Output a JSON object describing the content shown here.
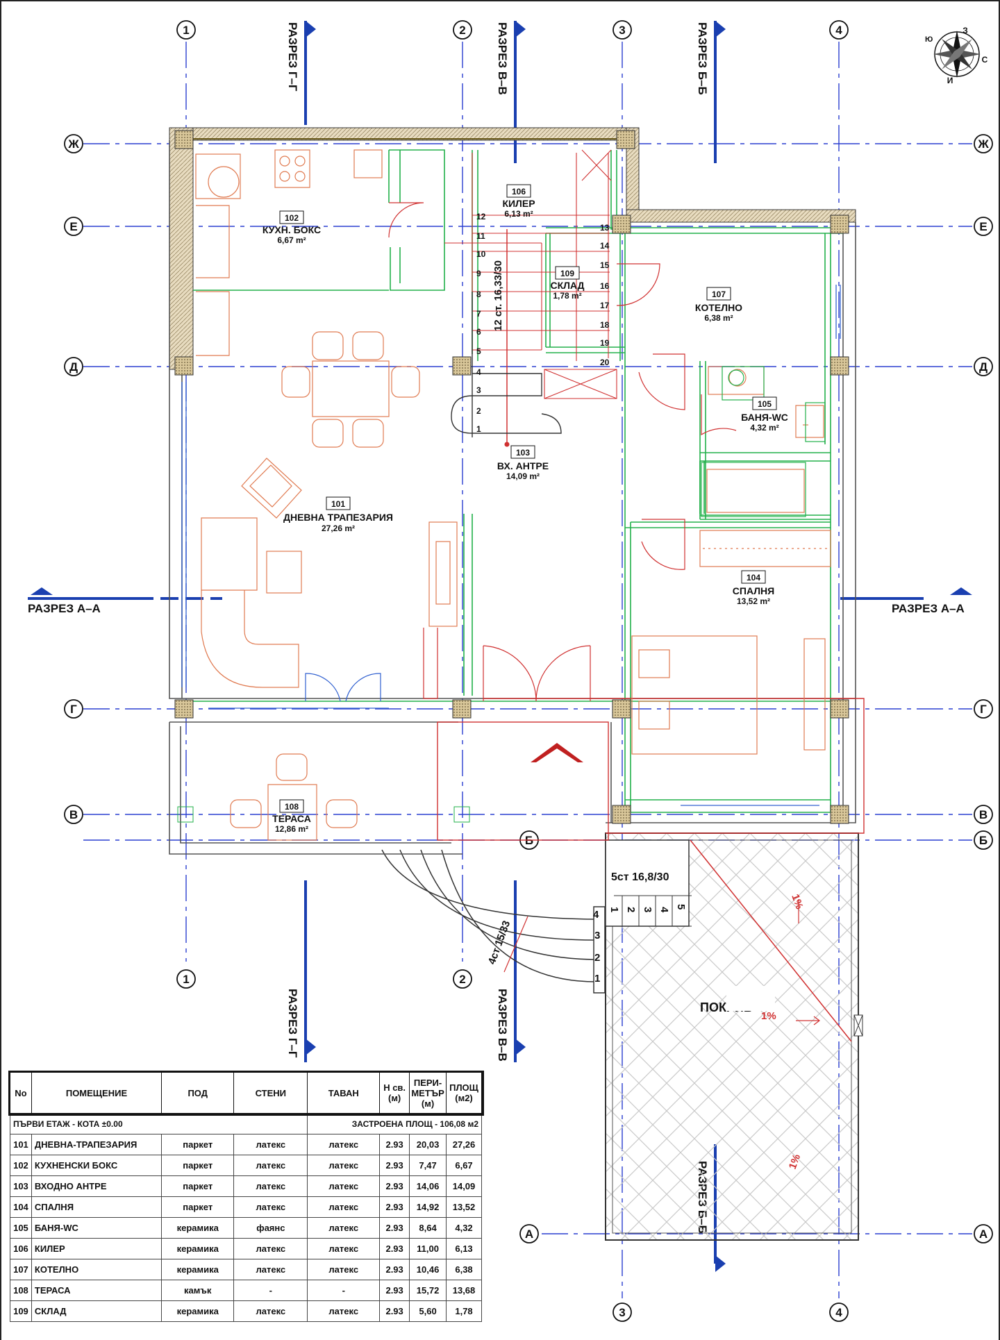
{
  "axes_vertical": [
    "1",
    "2",
    "3",
    "4"
  ],
  "axes_horizontal": [
    "Ж",
    "Е",
    "Д",
    "Г",
    "В",
    "Б",
    "А"
  ],
  "sections": {
    "gg": "РАЗРЕЗ Г–Г",
    "vv": "РАЗРЕЗ В–В",
    "bb": "РАЗРЕЗ Б–Б",
    "aa": "РАЗРЕЗ А–А"
  },
  "compass_letters": [
    "З",
    "С",
    "И",
    "Ю"
  ],
  "rooms": [
    {
      "num": "101",
      "name": "ДНЕВНА ТРАПЕЗАРИЯ",
      "area": "27,26 m²"
    },
    {
      "num": "102",
      "name": "КУХН. БОКС",
      "area": "6,67 m²"
    },
    {
      "num": "103",
      "name": "ВХ. АНТРЕ",
      "area": "14,09 m²"
    },
    {
      "num": "104",
      "name": "СПАЛНЯ",
      "area": "13,52 m²"
    },
    {
      "num": "105",
      "name": "БАНЯ-WC",
      "area": "4,32 m²"
    },
    {
      "num": "106",
      "name": "КИЛЕР",
      "area": "6,13 m²"
    },
    {
      "num": "107",
      "name": "КОТЕЛНО",
      "area": "6,38 m²"
    },
    {
      "num": "108",
      "name": "ТЕРАСА",
      "area": "12,86 m²"
    },
    {
      "num": "109",
      "name": "СКЛАД",
      "area": "1,78 m²"
    }
  ],
  "stairs": {
    "main_label": "12 ст. 16,33/30",
    "main_steps": [
      "1",
      "2",
      "3",
      "4",
      "5",
      "6",
      "7",
      "8",
      "9",
      "10",
      "11",
      "12",
      "13",
      "14",
      "15",
      "16",
      "17",
      "18",
      "19",
      "20"
    ],
    "entrance_label": "4ст 15/33",
    "entrance_steps": [
      "1",
      "2",
      "3",
      "4"
    ],
    "rear_label": "5ст 16,8/30",
    "rear_steps": [
      "1",
      "2",
      "3",
      "4",
      "5"
    ]
  },
  "roof": {
    "label": "ПОКРИВ",
    "slope": "1%"
  },
  "schedule": {
    "headers": {
      "no": "No",
      "room": "ПОМЕЩЕНИЕ",
      "floor": "ПОД",
      "walls": "СТЕНИ",
      "ceiling": "ТАВАН",
      "height": "Н св. (м)",
      "perimeter": "ПЕРИ-МЕТЪР (м)",
      "area": "ПЛОЩ (м2)"
    },
    "floor_row": {
      "left": "ПЪРВИ ЕТАЖ - КОТА ±0.00",
      "right": "ЗАСТРОЕНА ПЛОЩ - 106,08 м2"
    },
    "rows": [
      {
        "no": "101",
        "room": "ДНЕВНА-ТРАПЕЗАРИЯ",
        "floor": "паркет",
        "walls": "латекс",
        "ceiling": "латекс",
        "height": "2.93",
        "perimeter": "20,03",
        "area": "27,26"
      },
      {
        "no": "102",
        "room": "КУХНЕНСКИ БОКС",
        "floor": "паркет",
        "walls": "латекс",
        "ceiling": "латекс",
        "height": "2.93",
        "perimeter": "7,47",
        "area": "6,67"
      },
      {
        "no": "103",
        "room": "ВХОДНО АНТРЕ",
        "floor": "паркет",
        "walls": "латекс",
        "ceiling": "латекс",
        "height": "2.93",
        "perimeter": "14,06",
        "area": "14,09"
      },
      {
        "no": "104",
        "room": "СПАЛНЯ",
        "floor": "паркет",
        "walls": "латекс",
        "ceiling": "латекс",
        "height": "2.93",
        "perimeter": "14,92",
        "area": "13,52"
      },
      {
        "no": "105",
        "room": "БАНЯ-WC",
        "floor": "керамика",
        "walls": "фаянс",
        "ceiling": "латекс",
        "height": "2.93",
        "perimeter": "8,64",
        "area": "4,32"
      },
      {
        "no": "106",
        "room": "КИЛЕР",
        "floor": "керамика",
        "walls": "латекс",
        "ceiling": "латекс",
        "height": "2.93",
        "perimeter": "11,00",
        "area": "6,13"
      },
      {
        "no": "107",
        "room": "КОТЕЛНО",
        "floor": "керамика",
        "walls": "латекс",
        "ceiling": "латекс",
        "height": "2.93",
        "perimeter": "10,46",
        "area": "6,38"
      },
      {
        "no": "108",
        "room": "ТЕРАСА",
        "floor": "камък",
        "walls": "-",
        "ceiling": "-",
        "height": "2.93",
        "perimeter": "15,72",
        "area": "13,68"
      },
      {
        "no": "109",
        "room": "СКЛАД",
        "floor": "керамика",
        "walls": "латекс",
        "ceiling": "латекс",
        "height": "2.93",
        "perimeter": "5,60",
        "area": "1,78"
      }
    ]
  }
}
